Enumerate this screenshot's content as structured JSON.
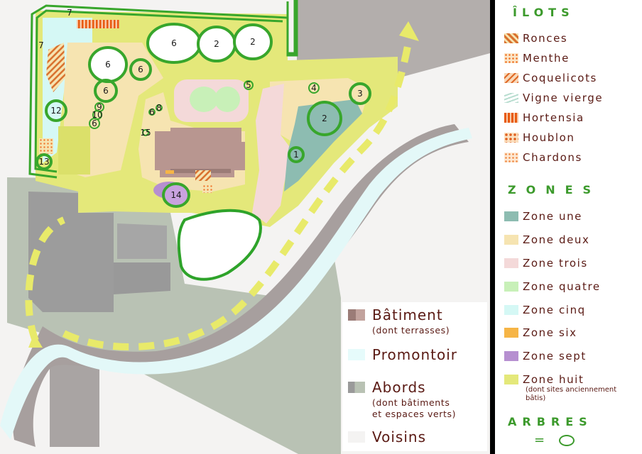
{
  "colors": {
    "ronces": "#d9722f",
    "menthe": "#f0a060",
    "coquelicots": "#f2d2b0",
    "vigne_vierge": "#b8ddd0",
    "hortensia": "#e85a10",
    "houblon": "#f0a050",
    "chardons": "#f5c8a0",
    "zone_une": "#8dbcb1",
    "zone_deux": "#f6e4b1",
    "zone_trois": "#f4d9d9",
    "zone_quatre": "#c8f0b8",
    "zone_cinq": "#d5f8f5",
    "zone_six": "#f6b546",
    "zone_sept": "#b68fd0",
    "zone_huit": "#e4e87a",
    "batiment": "#b89690",
    "promontoir": "#e6fbfb",
    "abords": "#b4bab0",
    "voisins": "#f4f3f2",
    "trees": "#38a62c"
  },
  "legend": {
    "ilots": {
      "title": "ÎLOTS",
      "items": [
        {
          "label": "Ronces",
          "icon": "ronces-hatch-icon"
        },
        {
          "label": "Menthe",
          "icon": "menthe-dots-icon"
        },
        {
          "label": "Coquelicots",
          "icon": "coquelicots-hatch-icon"
        },
        {
          "label": "Vigne vierge",
          "icon": "vigne-stripes-icon"
        },
        {
          "label": "Hortensia",
          "icon": "hortensia-stripes-icon"
        },
        {
          "label": "Houblon",
          "icon": "houblon-dots-icon"
        },
        {
          "label": "Chardons",
          "icon": "chardons-dots-icon"
        }
      ]
    },
    "zones": {
      "title": "ZONES",
      "items": [
        {
          "label": "Zone une"
        },
        {
          "label": "Zone deux"
        },
        {
          "label": "Zone trois"
        },
        {
          "label": "Zone quatre"
        },
        {
          "label": "Zone cinq"
        },
        {
          "label": "Zone six"
        },
        {
          "label": "Zone sept"
        },
        {
          "label": "Zone huit",
          "sub": "(dont sites anciennement bâtis)"
        }
      ]
    },
    "arbres": {
      "title": "ARBRES",
      "eq": "="
    },
    "bottom": {
      "batiment": {
        "label": "Bâtiment",
        "sub": "(dont terrasses)"
      },
      "promontoir": {
        "label": "Promontoir"
      },
      "abords": {
        "label": "Abords",
        "sub1": "(dont bâtiments",
        "sub2": "et espaces verts)"
      },
      "voisins": {
        "label": "Voisins"
      }
    }
  },
  "tree_labels": [
    "7",
    "7",
    "6",
    "2",
    "2",
    "6",
    "6",
    "6",
    "12",
    "9",
    "10",
    "6",
    "13",
    "5",
    "4",
    "3",
    "2",
    "6",
    "8",
    "15",
    "1",
    "14"
  ]
}
